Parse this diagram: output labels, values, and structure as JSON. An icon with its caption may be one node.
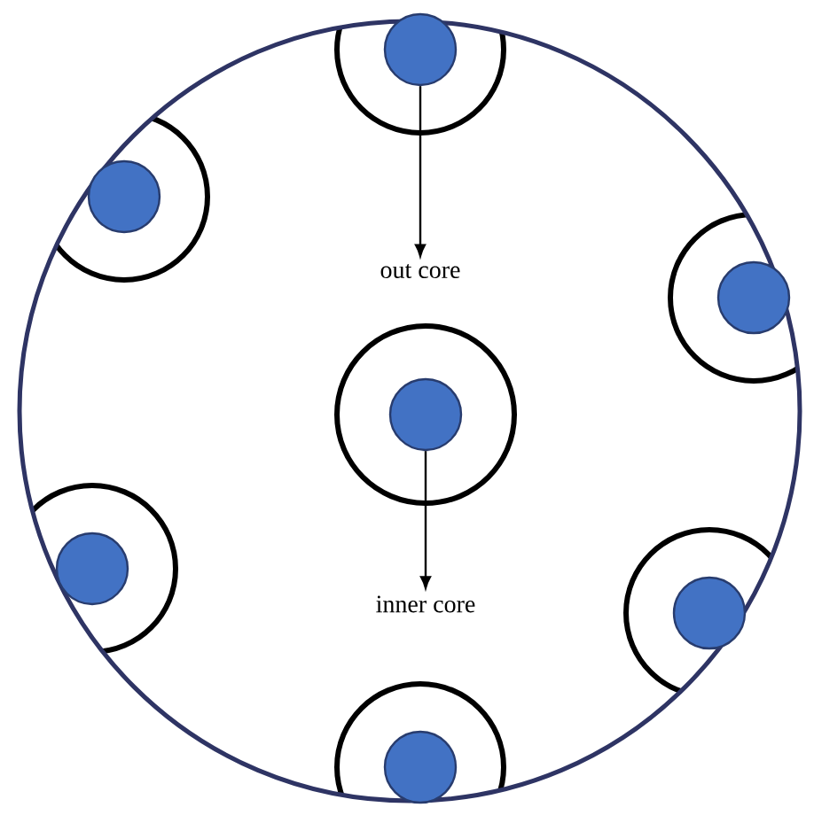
{
  "diagram": {
    "nodes": [
      {
        "text": [],
        "shape": "circle"
      },
      {
        "text": [],
        "shape": "circle",
        "in": 0
      },
      {
        "text": [],
        "shape": "circle",
        "in": 0
      },
      {
        "text": [
          "out core"
        ],
        "in": 0
      },
      {
        "text": [],
        "shape": "circle",
        "in": 0
      },
      {
        "text": [],
        "shape": "circle",
        "in": 0
      },
      {
        "text": [],
        "shape": "circle",
        "in": 0
      },
      {
        "text": [
          "inner core"
        ],
        "in": 0
      },
      {
        "text": [],
        "shape": "circle",
        "in": 0
      },
      {
        "text": [],
        "shape": "circle",
        "in": 0
      }
    ],
    "edges": [
      {
        "from": 1,
        "to": 3,
        "arrow": "to"
      },
      {
        "from": 5,
        "to": 7,
        "arrow": "to"
      }
    ]
  }
}
